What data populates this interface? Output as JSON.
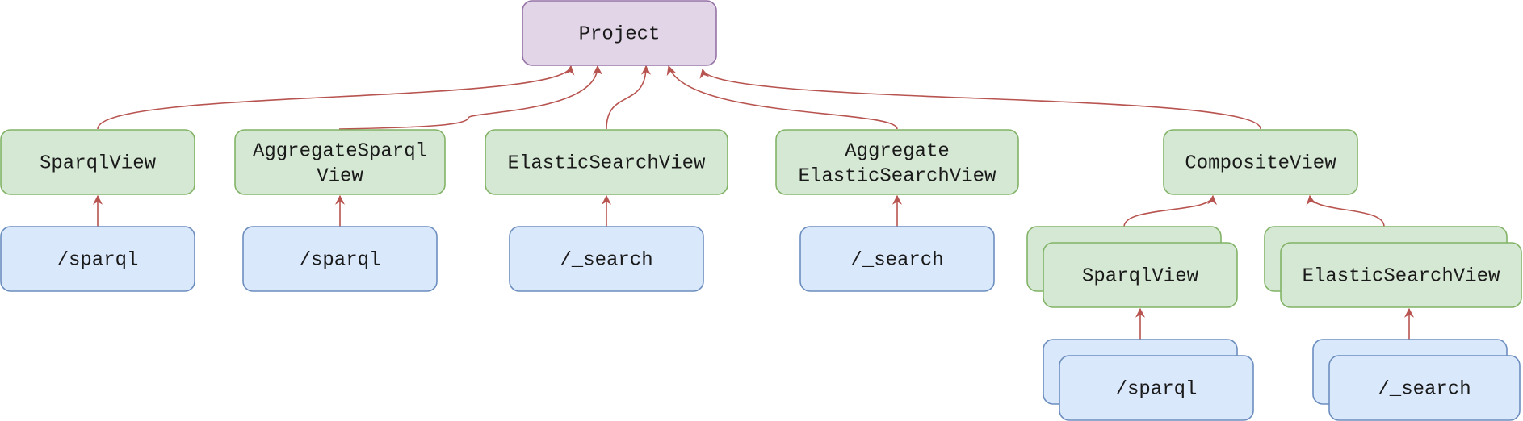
{
  "root": {
    "label": "Project"
  },
  "views": [
    {
      "id": "sparql-view",
      "lines": [
        "SparqlView"
      ],
      "endpoint": "/sparql"
    },
    {
      "id": "aggregate-sparql-view",
      "lines": [
        "AggregateSparql",
        "View"
      ],
      "endpoint": "/sparql"
    },
    {
      "id": "elasticsearch-view",
      "lines": [
        "ElasticSearchView"
      ],
      "endpoint": "/_search"
    },
    {
      "id": "aggregate-elasticsearch-view",
      "lines": [
        "Aggregate",
        "ElasticSearchView"
      ],
      "endpoint": "/_search"
    },
    {
      "id": "composite-view",
      "lines": [
        "CompositeView"
      ]
    }
  ],
  "composite_children": [
    {
      "id": "composite-sparql-view",
      "lines": [
        "SparqlView"
      ],
      "endpoint": "/sparql"
    },
    {
      "id": "composite-elasticsearch-view",
      "lines": [
        "ElasticSearchView"
      ],
      "endpoint": "/_search"
    }
  ],
  "colors": {
    "project_fill": "#e1d5e7",
    "project_stroke": "#9673a6",
    "view_fill": "#d5e8d4",
    "view_stroke": "#82b366",
    "endpoint_fill": "#dae8fc",
    "endpoint_stroke": "#6c8ebf",
    "edge": "#b85450"
  }
}
